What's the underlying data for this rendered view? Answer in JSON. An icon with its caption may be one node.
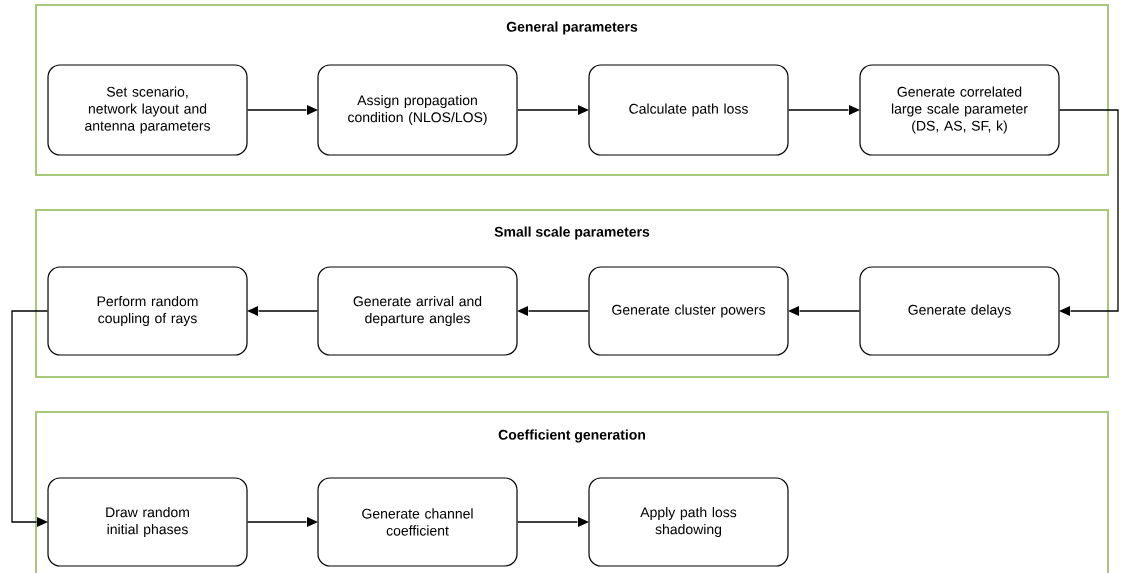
{
  "diagram": {
    "nodes": [
      {
        "text": [
          "General parameters"
        ]
      },
      {
        "text": [
          "Set scenario, network layout and antenna parameters"
        ],
        "in": 0
      },
      {
        "text": [
          "Assign propagation condition (NLOS/LOS)"
        ],
        "in": 0
      },
      {
        "text": [
          "Calculate path loss"
        ],
        "in": 0
      },
      {
        "text": [
          "Generate correlated large scale parameter (DS, AS, SF, k)"
        ],
        "in": 0
      },
      {
        "text": [
          "Small scale parameters"
        ]
      },
      {
        "text": [
          "Perform random coupling of rays"
        ],
        "in": 5
      },
      {
        "text": [
          "Generate arrival and departure angles"
        ],
        "in": 5
      },
      {
        "text": [
          "Generate cluster powers"
        ],
        "in": 5
      },
      {
        "text": [
          "Generate delays"
        ],
        "in": 5
      },
      {
        "text": [
          "Coefficient generation"
        ]
      },
      {
        "text": [
          "Draw random initial phases"
        ],
        "in": 10
      },
      {
        "text": [
          "Generate channel coefficient"
        ],
        "in": 10
      },
      {
        "text": [
          "Apply path loss shadowing"
        ],
        "in": 10
      }
    ],
    "edges": [
      {
        "from": 1,
        "to": 2,
        "arrow": "to"
      },
      {
        "from": 2,
        "to": 3,
        "arrow": "to"
      },
      {
        "from": 3,
        "to": 4,
        "arrow": "to"
      },
      {
        "from": 4,
        "to": 9,
        "arrow": "to"
      },
      {
        "from": 9,
        "to": 8,
        "arrow": "to"
      },
      {
        "from": 8,
        "to": 7,
        "arrow": "to"
      },
      {
        "from": 7,
        "to": 6,
        "arrow": "to"
      },
      {
        "from": 6,
        "to": 11,
        "arrow": "to"
      },
      {
        "from": 11,
        "to": 12,
        "arrow": "to"
      },
      {
        "from": 12,
        "to": 13,
        "arrow": "to"
      }
    ]
  }
}
